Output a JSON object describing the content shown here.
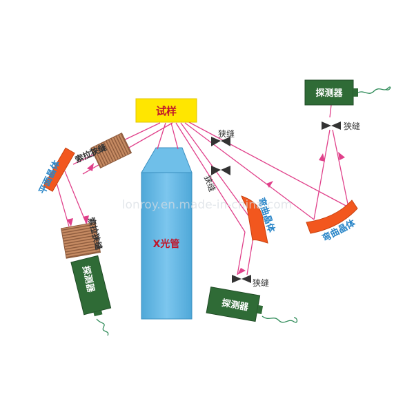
{
  "labels": {
    "sample": "试样",
    "xray_tube": "X光管",
    "soller_slit_top": "索拉狭缝",
    "soller_slit_bottom": "索拉狭缝",
    "flat_crystal": "平面晶体",
    "curved_crystal_center": "弯曲晶体",
    "curved_crystal_right": "弯曲晶体",
    "slit_upper": "狭缝",
    "slit_lower": "狭缝",
    "slit_right": "狭缝",
    "slit_bottom": "狭缝",
    "detector_left": "探测器",
    "detector_bottom": "探测器",
    "detector_right": "探测器",
    "watermark": "lonroy.en.made-in-china.com"
  },
  "colors": {
    "sample": "#ffe600",
    "sample_border": "#e0c400",
    "xray_tube": "#5eb6e4",
    "xray_tube_border": "#3a8fc0",
    "crystal": "#f2571e",
    "detector": "#2f6b36",
    "soller": "#c58a62",
    "ray": "#e0408a",
    "label_blue": "#2a86c8",
    "cable": "#2d8a57"
  }
}
